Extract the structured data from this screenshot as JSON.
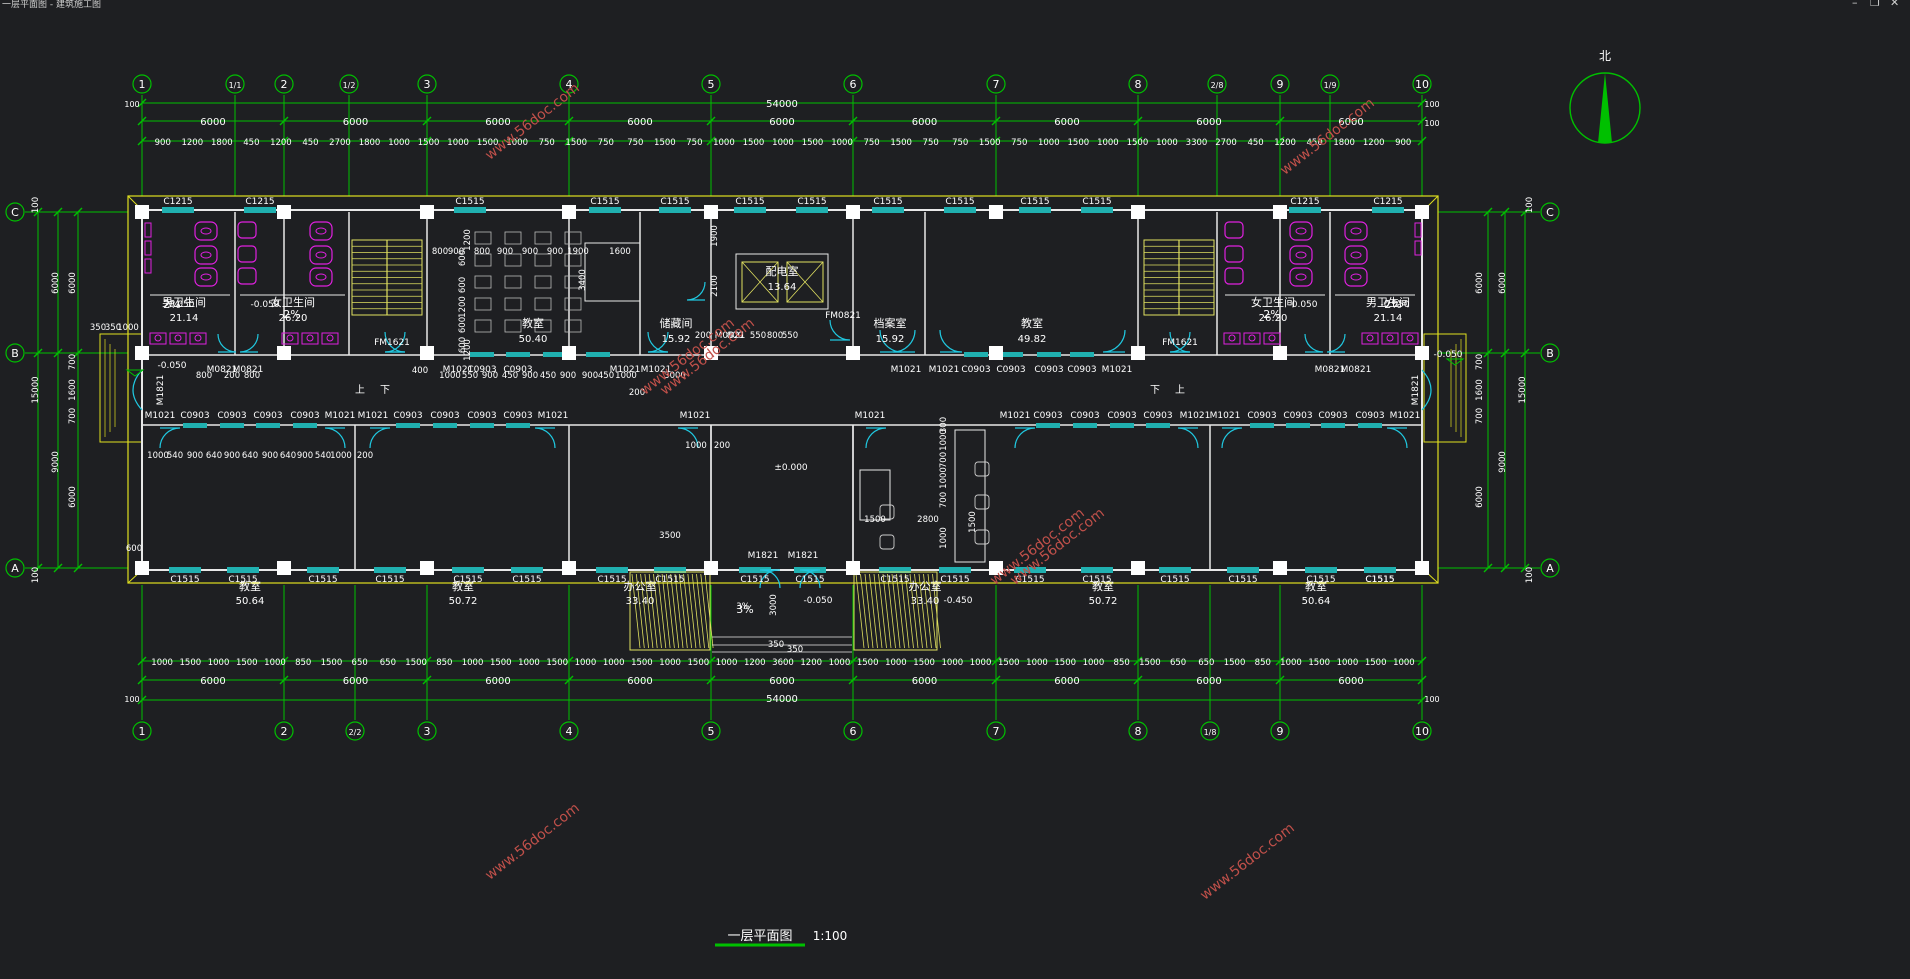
{
  "window": {
    "title": "一层平面图 - 建筑施工图",
    "controls": [
      "–",
      "❐",
      "✕"
    ]
  },
  "drawing": {
    "title": "一层平面图",
    "scale": "1:100",
    "north_label": "北",
    "colors": {
      "background": "#1e1f22",
      "grid": "#00c000",
      "wall": "#e8e8e8",
      "outline": "#e0e020",
      "window": "#20b0b0",
      "door": "#20c8e0",
      "fixture": "#e020e0",
      "stair": "#e0e060",
      "watermark": "#c0504a",
      "text": "#ffffff"
    },
    "axis_labels": {
      "top": [
        "1",
        "1/1",
        "2",
        "1/2",
        "3",
        "4",
        "5",
        "6",
        "7",
        "8",
        "2/8",
        "9",
        "1/9",
        "10"
      ],
      "bottom": [
        "1",
        "2",
        "2/2",
        "3",
        "4",
        "5",
        "6",
        "7",
        "8",
        "1/8",
        "9",
        "10"
      ],
      "left": [
        "C",
        "B",
        "A"
      ],
      "right": [
        "C",
        "B",
        "A"
      ]
    },
    "dims": {
      "total": "54000",
      "edge": "100",
      "bay": "6000",
      "top_detail": [
        "900",
        "1200",
        "1800",
        "450",
        "1200",
        "450",
        "2700",
        "1800",
        "1000",
        "1500",
        "1000",
        "1500",
        "1000",
        "750",
        "1500",
        "750",
        "750",
        "1500",
        "750",
        "1000",
        "1500",
        "1000",
        "1500",
        "1000",
        "750",
        "1500",
        "750",
        "750",
        "1500",
        "750",
        "1000",
        "1500",
        "1000",
        "1500",
        "1000",
        "3300",
        "2700",
        "450",
        "1200",
        "450",
        "1800",
        "1200",
        "900"
      ],
      "bottom_detail": [
        "1000",
        "1500",
        "1000",
        "1500",
        "1000",
        "850",
        "1500",
        "650",
        "650",
        "1500",
        "850",
        "1000",
        "1500",
        "1000",
        "1500",
        "1000",
        "1000",
        "1500",
        "1000",
        "1500",
        "1000",
        "1200",
        "3600",
        "1200",
        "1000",
        "1500",
        "1000",
        "1500",
        "1000",
        "1000",
        "1500",
        "1000",
        "1500",
        "1000",
        "850",
        "1500",
        "650",
        "650",
        "1500",
        "850",
        "1000",
        "1500",
        "1000",
        "1500",
        "1000"
      ],
      "left_vertical": [
        "100",
        "6000",
        "6000",
        "15000",
        "9000",
        "6000",
        "100",
        "700",
        "1600",
        "700"
      ],
      "right_vertical": [
        "100",
        "6000",
        "6000",
        "15000",
        "9000",
        "6000",
        "100",
        "700",
        "1600",
        "700"
      ],
      "inner": [
        "350",
        "350",
        "1000",
        "800",
        "200",
        "800",
        "800",
        "900",
        "800",
        "900",
        "900",
        "900",
        "1900",
        "1600",
        "3400",
        "1200",
        "600",
        "600",
        "1200",
        "600",
        "600",
        "1200",
        "400",
        "1000",
        "550",
        "900",
        "450",
        "900",
        "450",
        "900",
        "900",
        "450",
        "1000",
        "200",
        "3000",
        "2100",
        "1900",
        "800",
        "550",
        "800",
        "550",
        "200",
        "1000",
        "540",
        "900",
        "640",
        "900",
        "640",
        "900",
        "640",
        "900",
        "540",
        "1000",
        "200",
        "1000",
        "200",
        "3500",
        "600",
        "1500",
        "2800",
        "1500",
        "1000",
        "700",
        "1000",
        "700",
        "1000",
        "300",
        "350",
        "350",
        "3000",
        "3%"
      ]
    },
    "levels": [
      "-0.050",
      "-0.050",
      "-0.050",
      "-0.050",
      "-0.050",
      "-0.050",
      "±0.000",
      "-0.050",
      "-0.450"
    ],
    "slopes": [
      "2%",
      "2%",
      "2%",
      "2%",
      "3%"
    ],
    "rooms": [
      {
        "name": "男卫生间",
        "area": "21.14"
      },
      {
        "name": "女卫生间",
        "area": "26.20"
      },
      {
        "name": "教室",
        "area": "50.40"
      },
      {
        "name": "储藏间",
        "area": "15.92"
      },
      {
        "name": "配电室",
        "area": "13.64"
      },
      {
        "name": "档案室",
        "area": "15.92"
      },
      {
        "name": "教室",
        "area": "49.82"
      },
      {
        "name": "女卫生间",
        "area": "26.20"
      },
      {
        "name": "男卫生间",
        "area": "21.14"
      },
      {
        "name": "教室",
        "area": "50.64"
      },
      {
        "name": "教室",
        "area": "50.72"
      },
      {
        "name": "办公室",
        "area": "33.40"
      },
      {
        "name": "办公室",
        "area": "33.40"
      },
      {
        "name": "教室",
        "area": "50.72"
      },
      {
        "name": "教室",
        "area": "50.64"
      }
    ],
    "windows": {
      "north_row": [
        "C1215",
        "C1215",
        "C1515",
        "C1515",
        "C1515",
        "C1515",
        "C1515",
        "C1515",
        "C1515",
        "C1515",
        "C1515",
        "C1215",
        "C1215"
      ],
      "south_row": [
        "C1515",
        "C1515",
        "C1515",
        "C1515",
        "C1515",
        "C1515",
        "C1515",
        "C1515",
        "C1515",
        "C1515",
        "C1515",
        "C1515",
        "C1515",
        "C1515",
        "C1515",
        "C1515",
        "C1515",
        "C1515",
        "C1515"
      ],
      "corridor_row": [
        "C0903",
        "C0903",
        "C0903",
        "C0903",
        "C0903",
        "C0903",
        "C0903",
        "C0903",
        "C0903",
        "C0903",
        "C0903",
        "C0903",
        "C0903",
        "C0903",
        "C0903",
        "C0903",
        "C0903",
        "C0903",
        "C0903",
        "C0903",
        "C0903",
        "C0903"
      ]
    },
    "doors": [
      "M1021",
      "M1021",
      "M1021",
      "M1021",
      "M1021",
      "M1021",
      "M1021",
      "M1021",
      "M1021",
      "M1021",
      "M1021",
      "M1021",
      "M1021",
      "M1021",
      "M1021",
      "M1021",
      "M0821",
      "M0821",
      "M0821",
      "M0821",
      "M0821",
      "FM1621",
      "FM1621",
      "FM0821",
      "M1821",
      "M1821",
      "M1821",
      "M1821"
    ],
    "stair_labels": [
      "上",
      "下",
      "下",
      "上"
    ],
    "watermarks": [
      "www.56doc.com",
      "www.56doc.com",
      "www.56doc.com",
      "www.56doc.com",
      "www.56doc.com",
      "www.56doc.com",
      "www.56doc.com",
      "www.56doc.com"
    ]
  }
}
